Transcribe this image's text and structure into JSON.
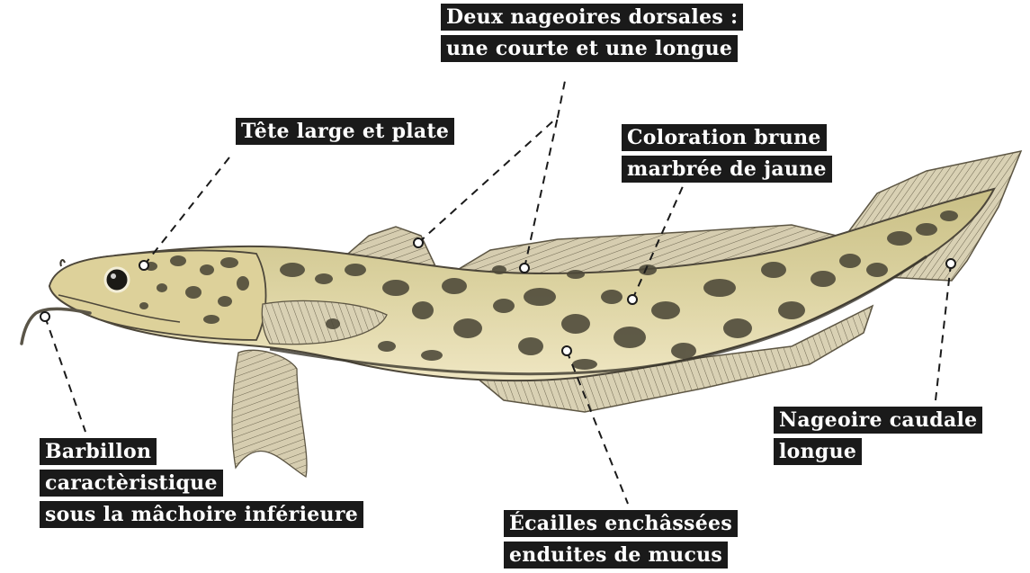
{
  "diagram": {
    "labels": {
      "dorsal": {
        "line1": "Deux nageoires dorsales :",
        "line2": "une courte et une longue"
      },
      "head": {
        "line1": "Tête large et plate"
      },
      "coloration": {
        "line1": "Coloration brune",
        "line2": "marbrée de jaune"
      },
      "barbel": {
        "line1": "Barbillon",
        "line2": "caractèristique",
        "line3": "sous la mâchoire inférieure"
      },
      "scales": {
        "line1": "Écailles enchâssées",
        "line2": "enduites de mucus"
      },
      "caudal": {
        "line1": "Nageoire caudale",
        "line2": "longue"
      }
    },
    "colors": {
      "label_background": "#1a1a1a",
      "label_text": "#ffffff",
      "fish_body": "#d8cf9a",
      "fish_belly": "#ece2b6",
      "spots": "#4e4a3c",
      "fin": "#cfc5a4",
      "leader_line": "#1a1a1a"
    }
  }
}
